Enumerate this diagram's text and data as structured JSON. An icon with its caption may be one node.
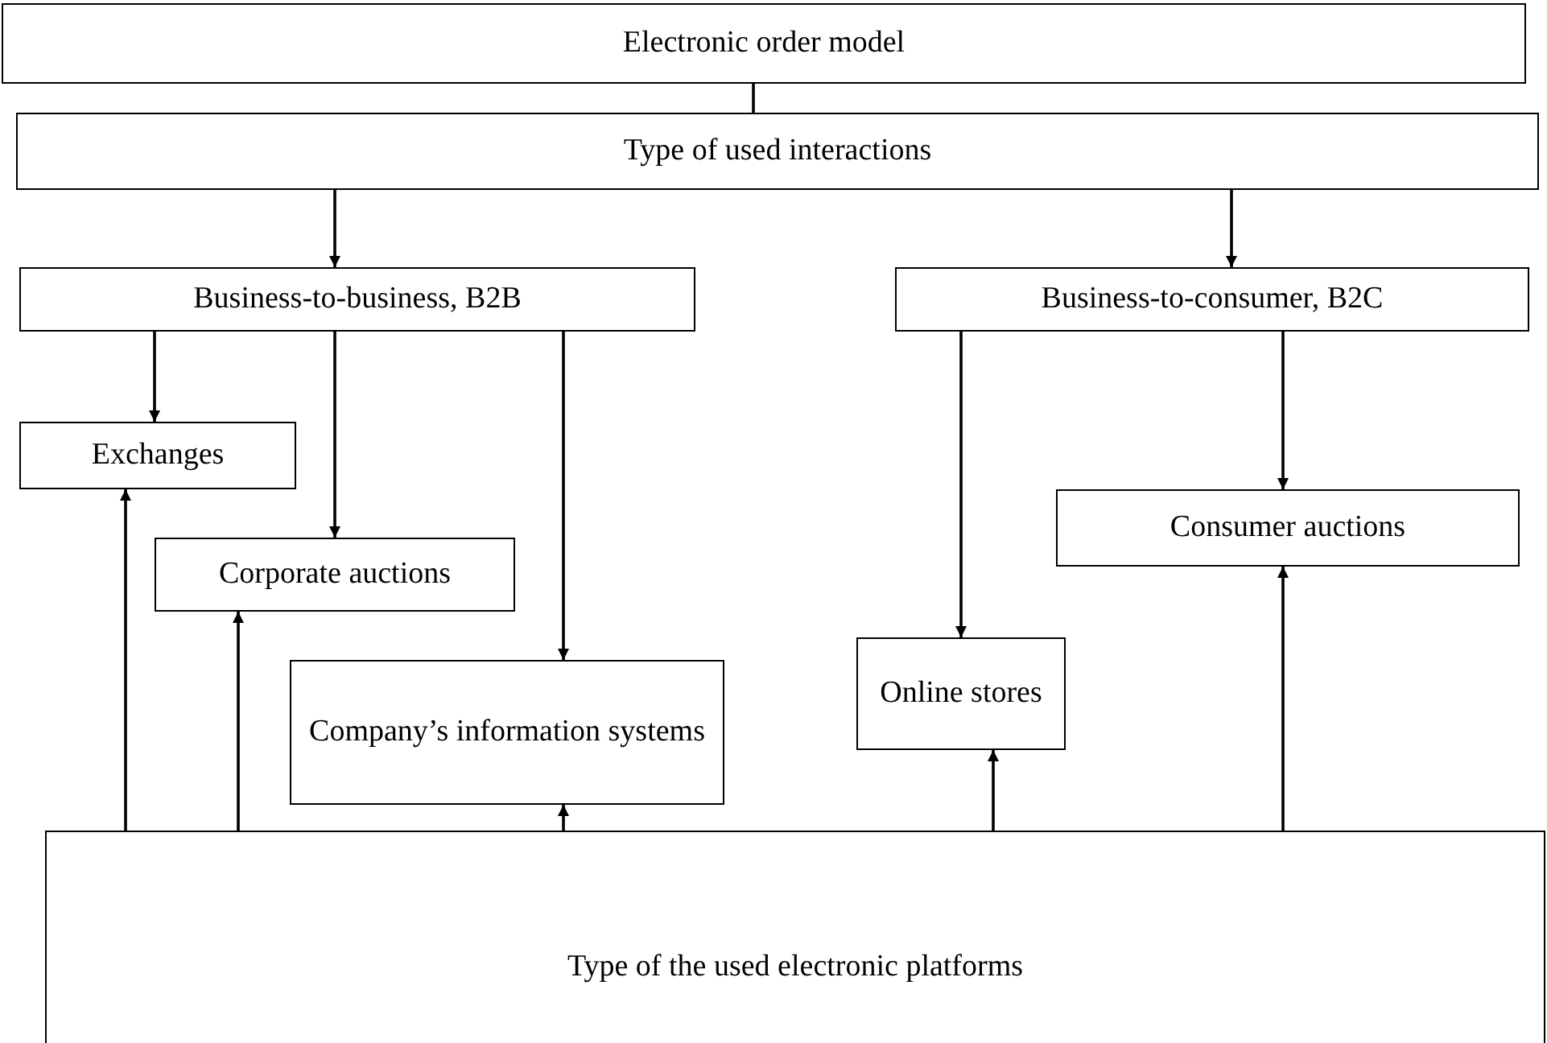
{
  "diagram": {
    "nodes": [
      {
        "text": [
          "Electronic order model"
        ]
      },
      {
        "text": [
          "Type of used interactions"
        ]
      },
      {
        "text": [
          "Business-to-business, B2B"
        ]
      },
      {
        "text": [
          "Business-to-consumer, B2C"
        ]
      },
      {
        "text": [
          "Exchanges"
        ]
      },
      {
        "text": [
          "Corporate auctions"
        ]
      },
      {
        "text": [
          "Company’s information systems"
        ]
      },
      {
        "text": [
          "Online stores"
        ]
      },
      {
        "text": [
          "Consumer auctions"
        ]
      },
      {
        "text": [
          "Type of the used electronic platforms"
        ]
      }
    ],
    "edges": [
      {
        "from": 0,
        "to": 1,
        "arrow": "none"
      },
      {
        "from": 1,
        "to": 2,
        "arrow": "to"
      },
      {
        "from": 1,
        "to": 3,
        "arrow": "to"
      },
      {
        "from": 2,
        "to": 4,
        "arrow": "to"
      },
      {
        "from": 2,
        "to": 5,
        "arrow": "to"
      },
      {
        "from": 2,
        "to": 6,
        "arrow": "to"
      },
      {
        "from": 3,
        "to": 7,
        "arrow": "to"
      },
      {
        "from": 3,
        "to": 8,
        "arrow": "to"
      },
      {
        "from": 9,
        "to": 4,
        "arrow": "to"
      },
      {
        "from": 9,
        "to": 5,
        "arrow": "to"
      },
      {
        "from": 9,
        "to": 6,
        "arrow": "to"
      },
      {
        "from": 9,
        "to": 7,
        "arrow": "to"
      },
      {
        "from": 9,
        "to": 8,
        "arrow": "to"
      }
    ]
  }
}
